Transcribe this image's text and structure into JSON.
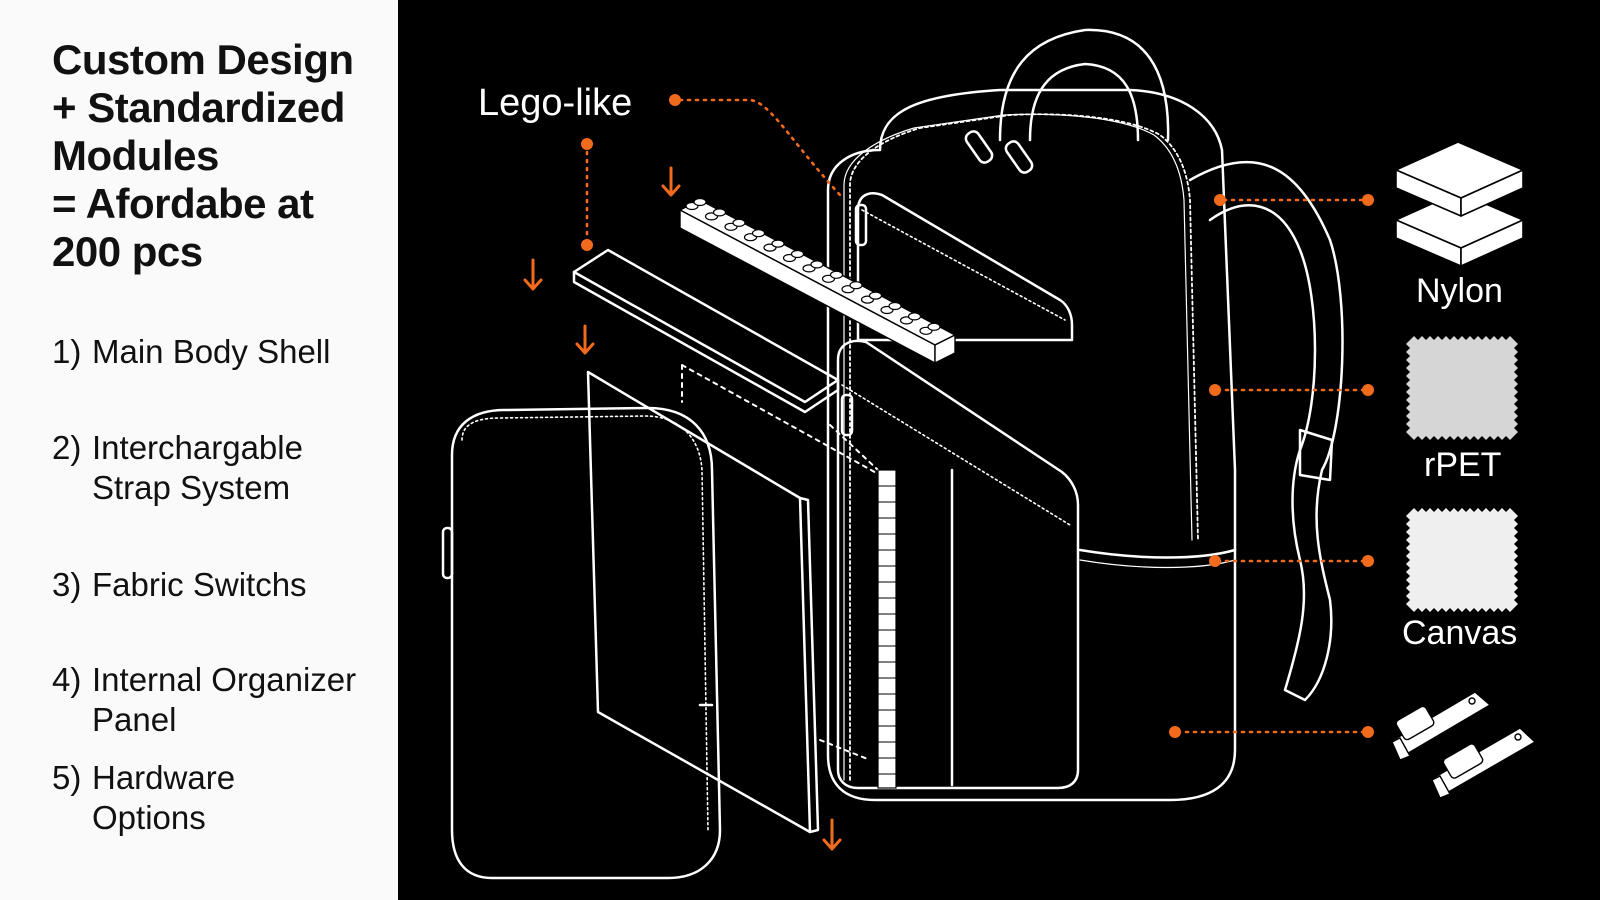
{
  "headline": [
    "Custom Design",
    "+ Standardized",
    "Modules",
    "= Afordabe at",
    "200 pcs"
  ],
  "modules": [
    {
      "num": "1)",
      "lines": [
        "Main Body Shell"
      ]
    },
    {
      "num": "2)",
      "lines": [
        "Interchargable",
        "Strap System"
      ]
    },
    {
      "num": "3)",
      "lines": [
        "Fabric Switchs"
      ]
    },
    {
      "num": "4)",
      "lines": [
        "Internal Organizer",
        "Panel"
      ]
    },
    {
      "num": "5)",
      "lines": [
        "Hardware",
        "Options"
      ]
    }
  ],
  "callout": {
    "lego": "Lego-like"
  },
  "materials": [
    "Nylon",
    "rPET",
    "Canvas"
  ],
  "colors": {
    "accent": "#f26a1b",
    "background": "#000000",
    "panel": "#fafafa",
    "line": "#ffffff"
  }
}
